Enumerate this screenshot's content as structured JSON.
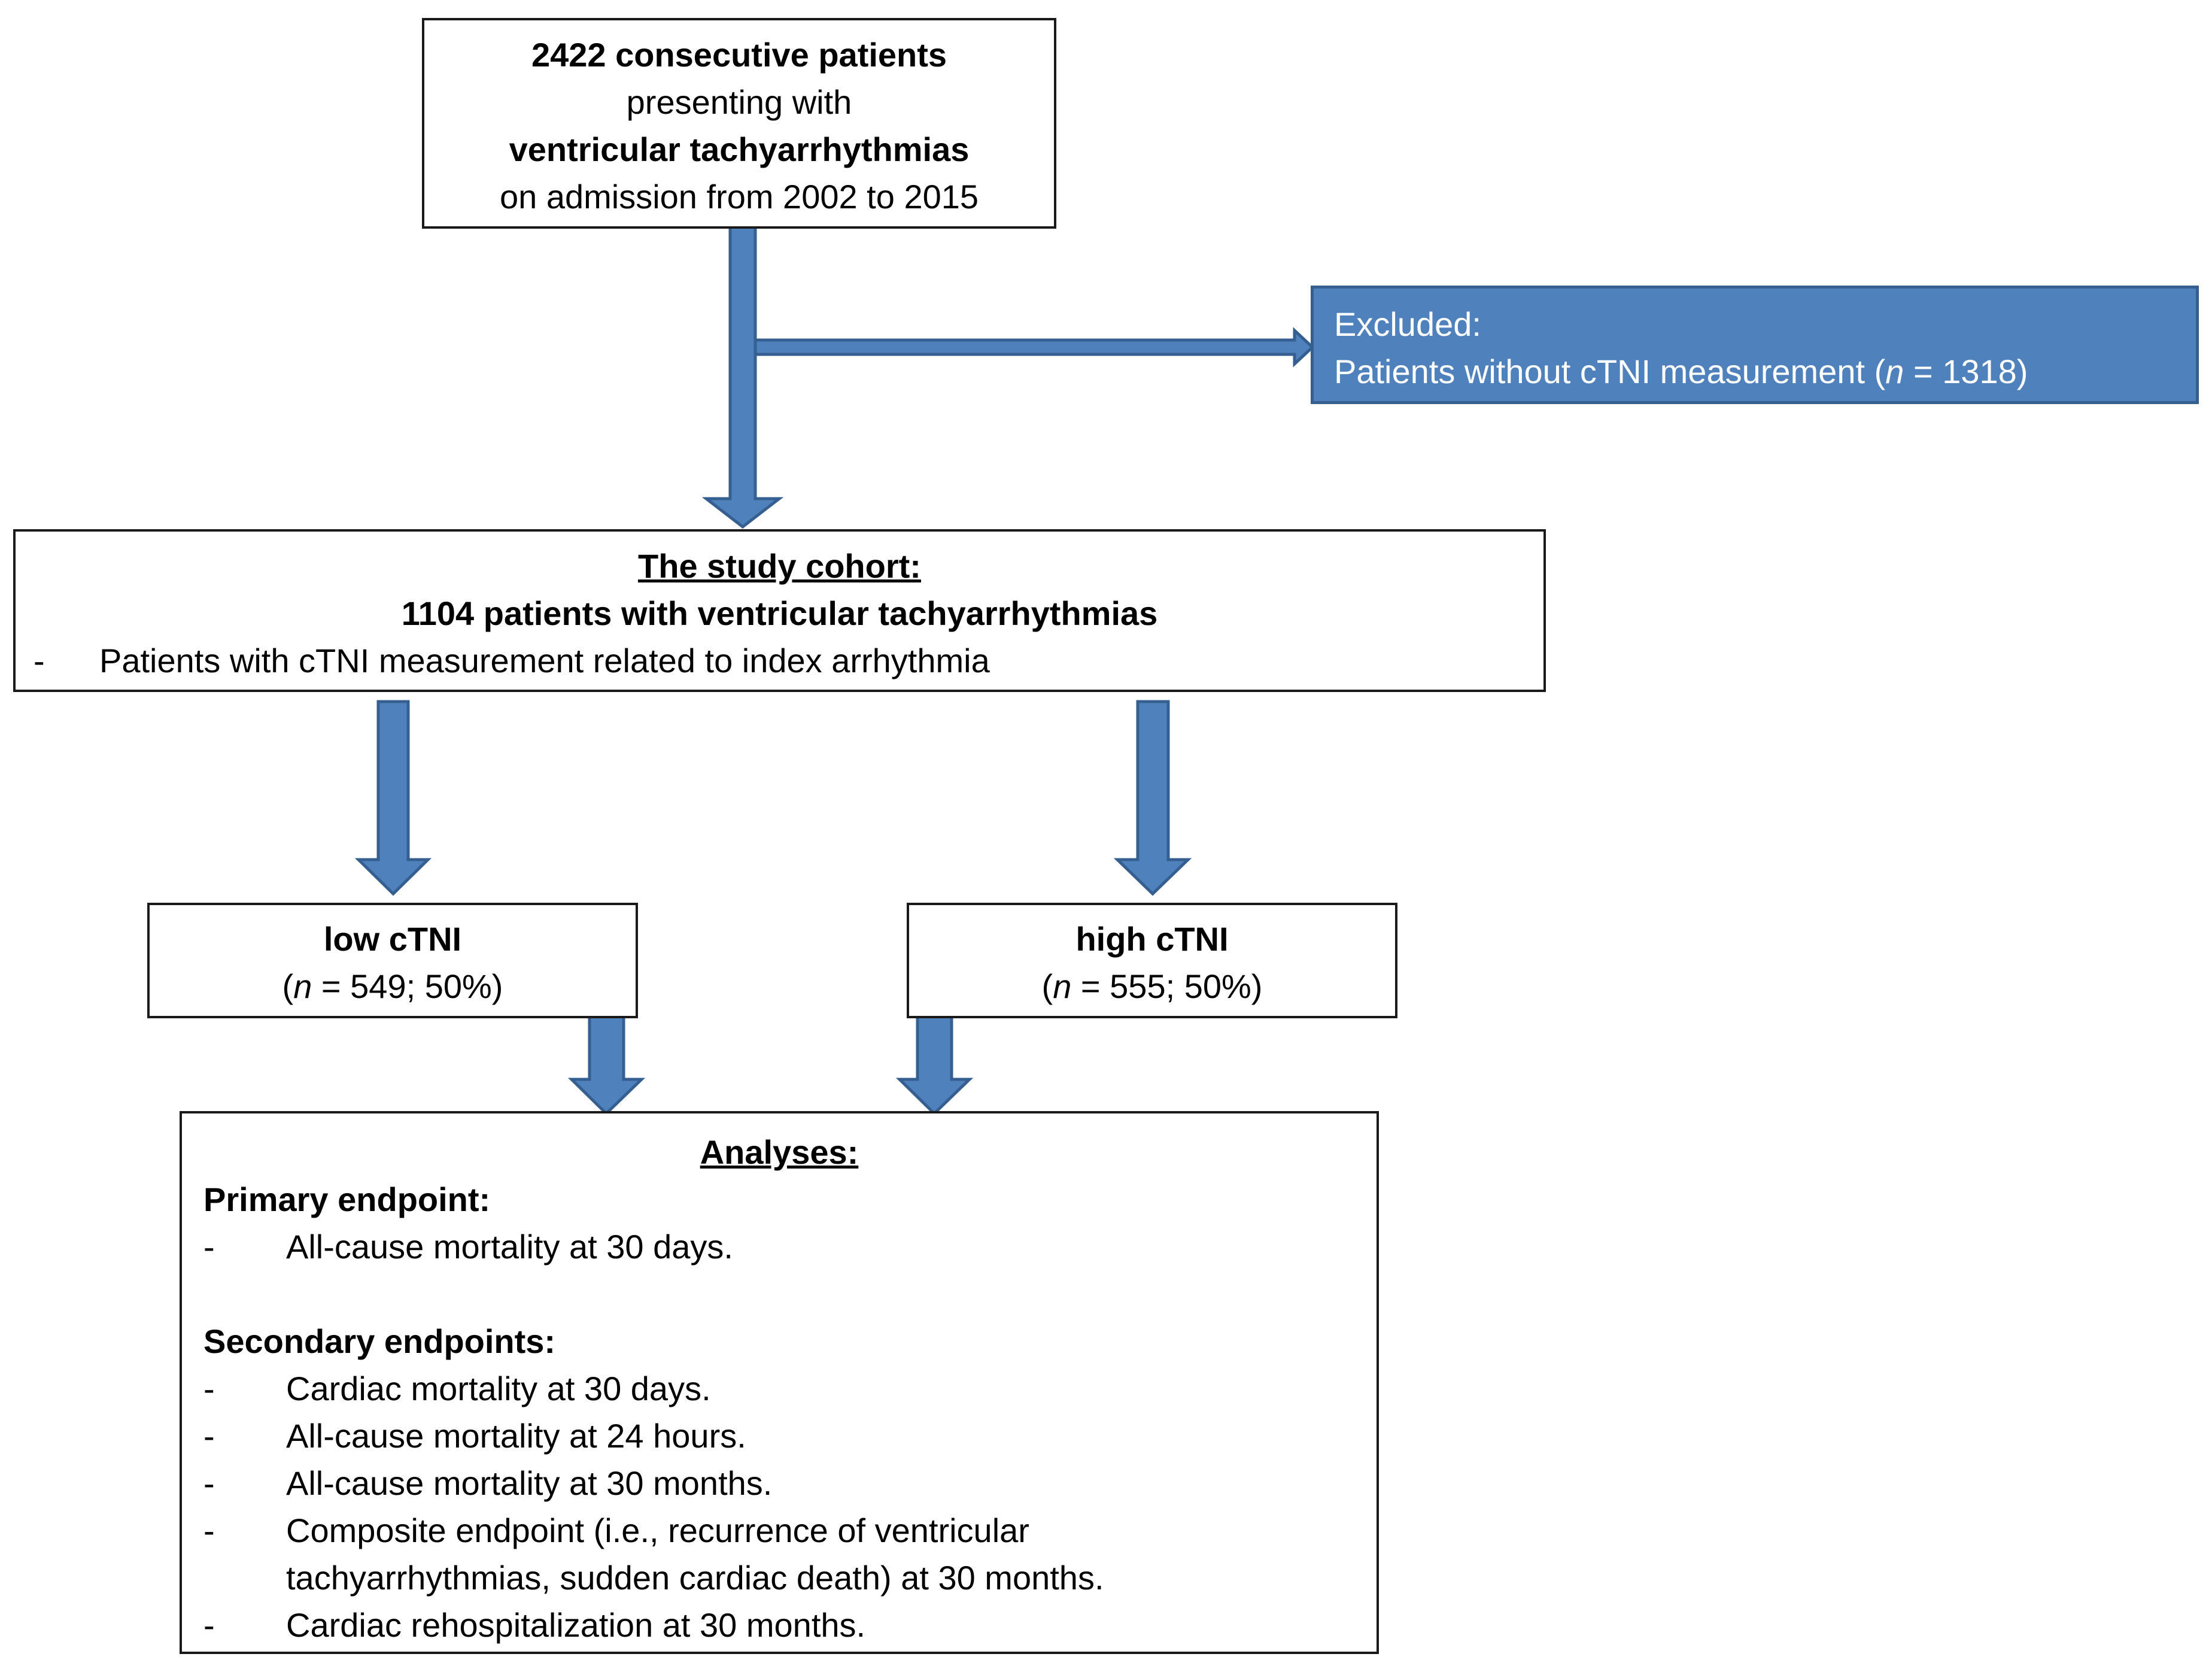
{
  "flowchart": {
    "top": {
      "line1": "2422 consecutive patients",
      "line2": "presenting with",
      "line3": "ventricular tachyarrhythmias",
      "line4": "on admission from 2002 to 2015"
    },
    "excluded": {
      "heading": "Excluded:",
      "text_before": "Patients without cTNI measurement (",
      "n_var": "n",
      "text_after": " = 1318)"
    },
    "cohort": {
      "title": "The study cohort:",
      "subtitle": "1104 patients with ventricular tachyarrhythmias",
      "bullet_dash": "-",
      "bullet": "Patients with cTNI measurement related to index arrhythmia"
    },
    "low": {
      "title": "low cTNI",
      "open": "(",
      "n_var": "n",
      "rest": " = 549; 50%)"
    },
    "high": {
      "title": "high cTNI",
      "open": "(",
      "n_var": "n",
      "rest": " = 555; 50%)"
    },
    "analyses": {
      "title": "Analyses:",
      "primary_heading": "Primary endpoint:",
      "primary_items": [
        "All-cause mortality at 30 days."
      ],
      "secondary_heading": "Secondary endpoints:",
      "secondary_items": [
        "Cardiac mortality at 30 days.",
        "All-cause mortality at 24 hours.",
        "All-cause mortality at 30 months.",
        "Composite endpoint (i.e., recurrence of ventricular",
        "tachyarrhythmias, sudden cardiac death) at 30 months.",
        "Cardiac rehospitalization at 30 months."
      ],
      "dash": "-"
    },
    "colors": {
      "arrow_fill": "#4f81bd",
      "arrow_stroke": "#365f91",
      "excluded_fill": "#4f81bd",
      "border": "#1a1a1a"
    }
  }
}
